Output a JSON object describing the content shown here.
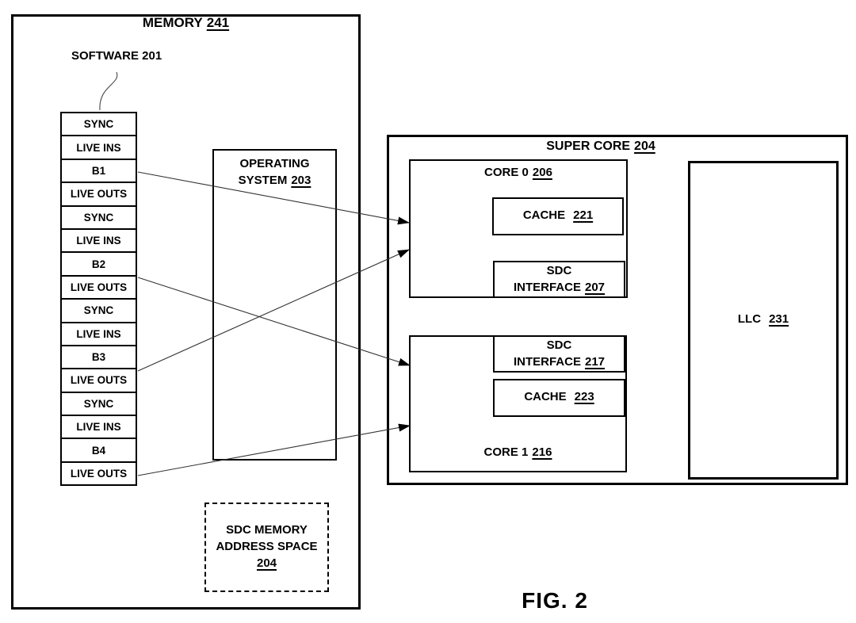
{
  "figure": {
    "label": "FIG. 2"
  },
  "memory": {
    "title": {
      "text": "MEMORY",
      "ref": "241"
    },
    "software_label": "SOFTWARE 201",
    "stack_rows": [
      "SYNC",
      "LIVE INS",
      "B1",
      "LIVE OUTS",
      "SYNC",
      "LIVE INS",
      "B2",
      "LIVE OUTS",
      "SYNC",
      "LIVE INS",
      "B3",
      "LIVE OUTS",
      "SYNC",
      "LIVE INS",
      "B4",
      "LIVE OUTS"
    ],
    "os_box": {
      "line1": "OPERATING",
      "line2": "SYSTEM",
      "ref": "203"
    },
    "sdc_address_space": {
      "line1": "SDC MEMORY",
      "line2": "ADDRESS SPACE",
      "ref": "204"
    }
  },
  "super_core": {
    "title": {
      "text": "SUPER CORE",
      "ref": "204"
    },
    "core0": {
      "title": {
        "text": "CORE 0",
        "ref": "206"
      },
      "cache": {
        "text": "CACHE",
        "ref": "221"
      },
      "sdc_interface": {
        "line1": "SDC",
        "line2": "INTERFACE",
        "ref": "207"
      }
    },
    "core1": {
      "title": {
        "text": "CORE 1",
        "ref": "216"
      },
      "cache": {
        "text": "CACHE",
        "ref": "223"
      },
      "sdc_interface": {
        "line1": "SDC",
        "line2": "INTERFACE",
        "ref": "217"
      }
    },
    "llc": {
      "text": "LLC",
      "ref": "231"
    }
  },
  "arrows": [
    {
      "from": "B1",
      "to": "CORE 0 206"
    },
    {
      "from": "B2",
      "to": "CORE 1 216"
    },
    {
      "from": "B3",
      "to": "CORE 0 206"
    },
    {
      "from": "B4",
      "to": "CORE 1 216"
    }
  ],
  "colors": {
    "line": "#000000",
    "arrow": "#333333",
    "background": "#ffffff"
  }
}
